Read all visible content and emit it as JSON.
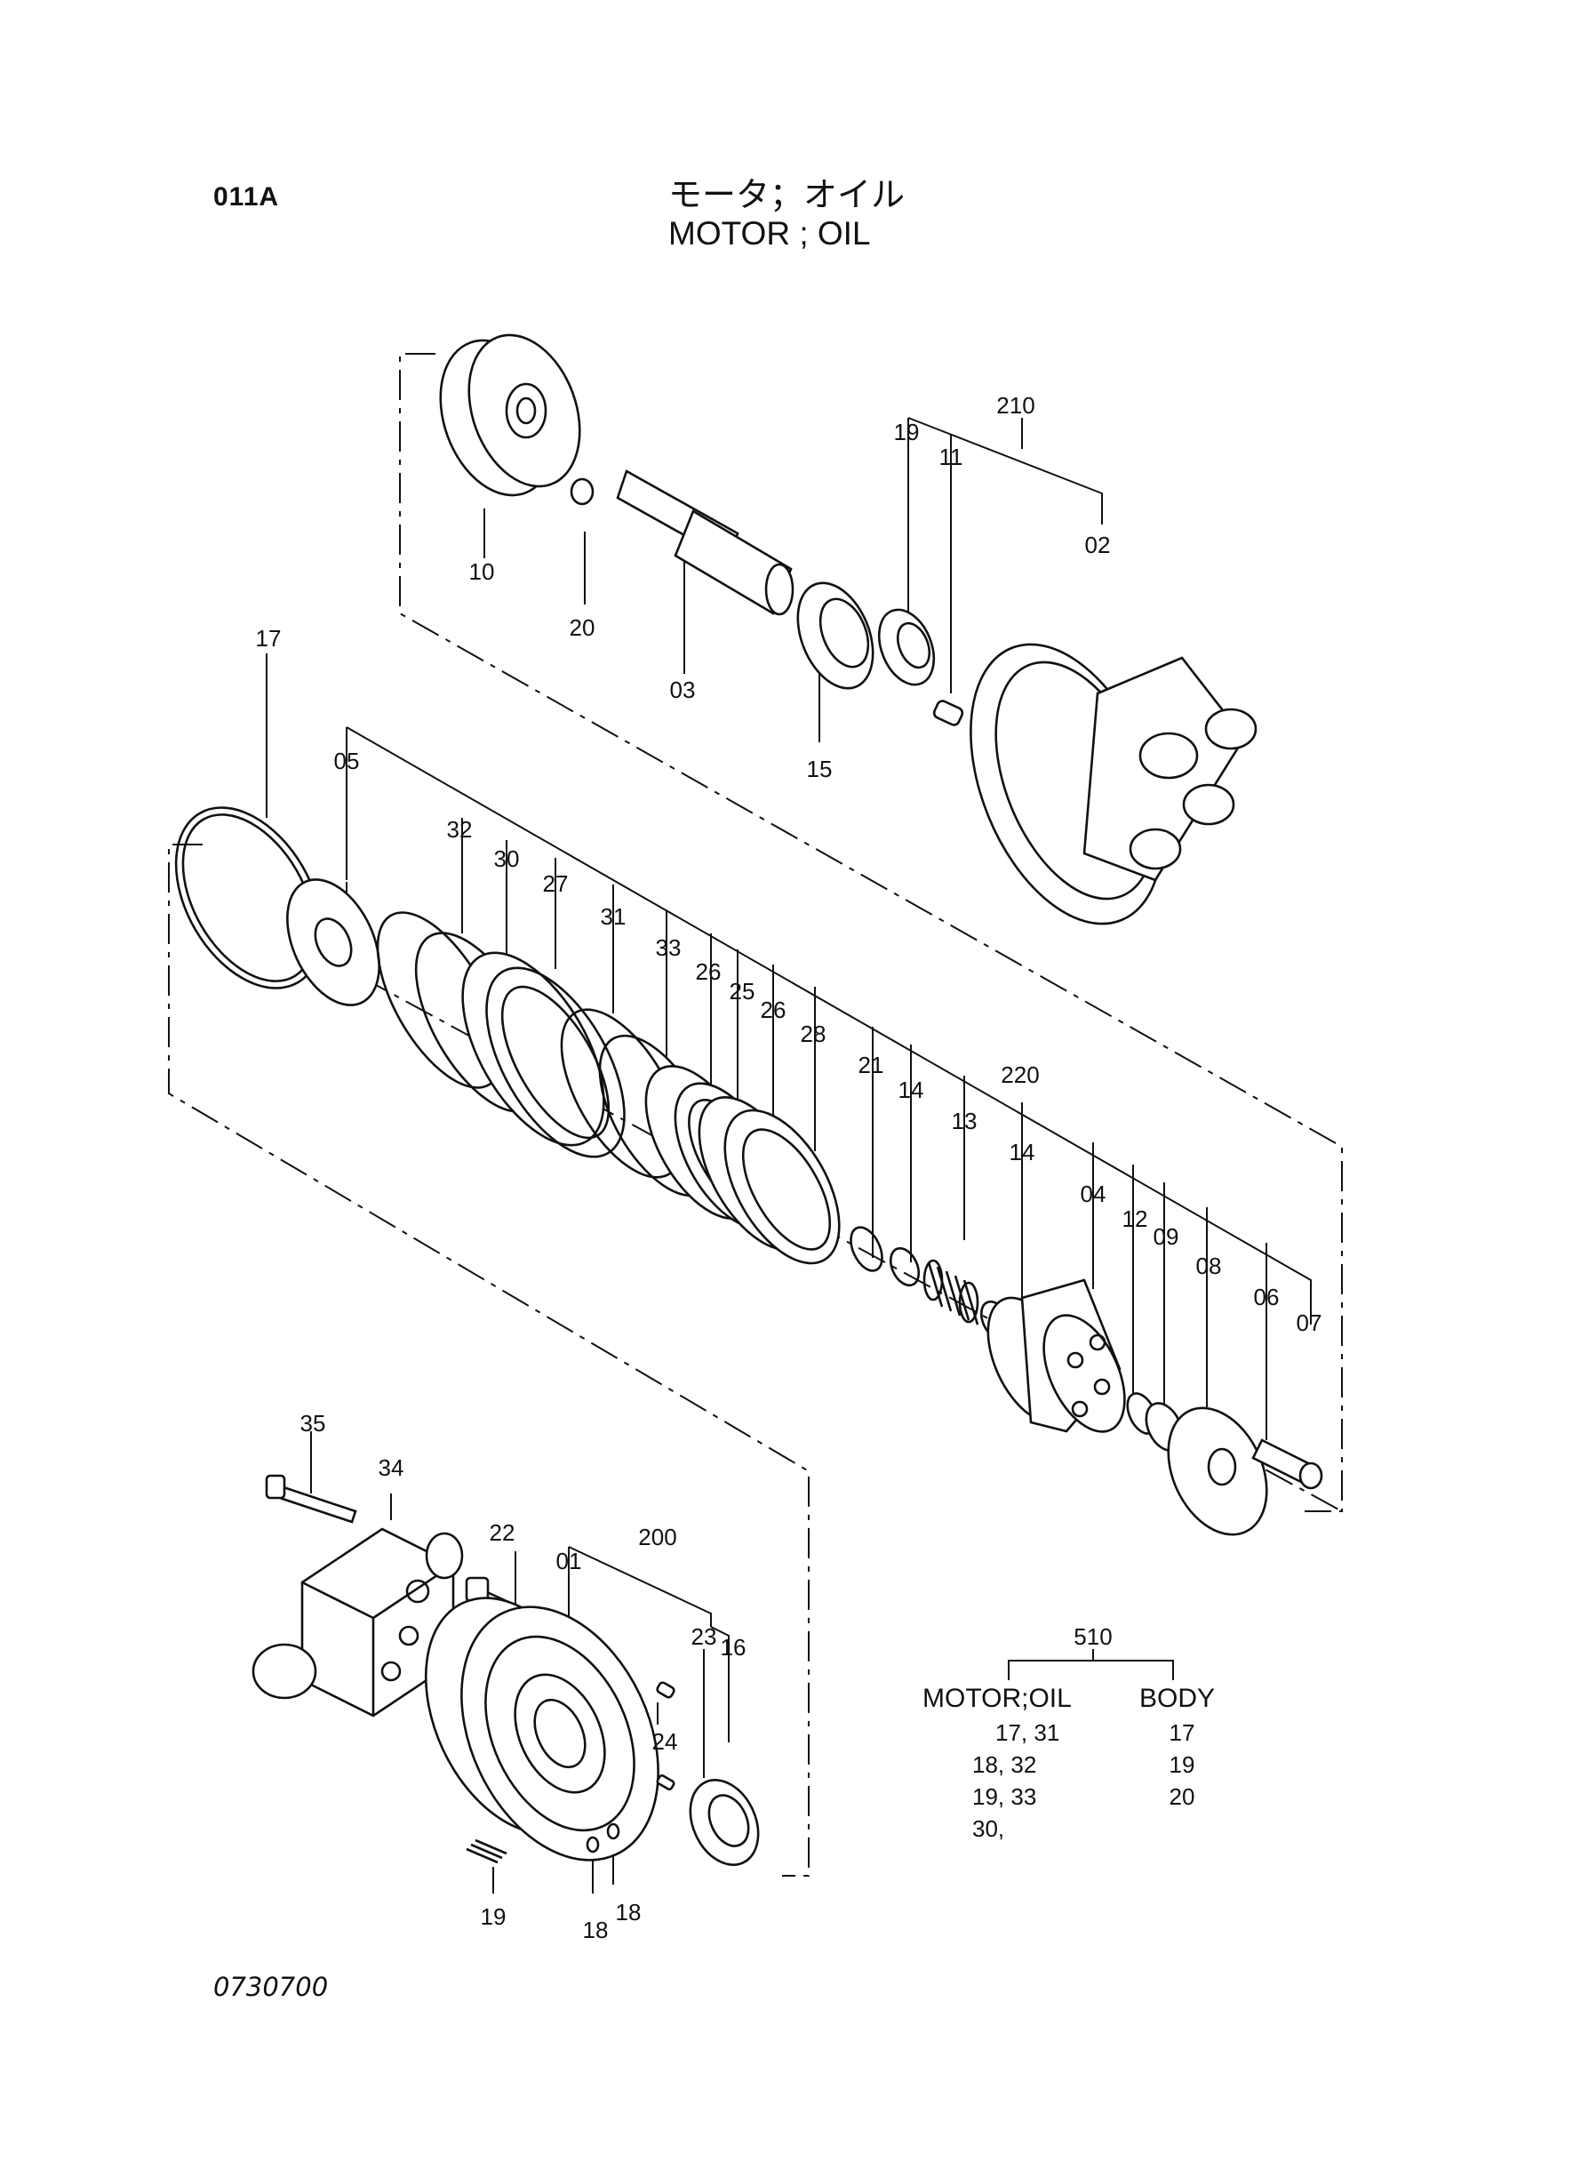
{
  "header": {
    "page_code": "011A",
    "title_jp": "モータ；オイル",
    "title_en": "MOTOR ; OIL"
  },
  "diagram": {
    "part_labels": [
      "210",
      "19",
      "11",
      "02",
      "10",
      "20",
      "03",
      "15",
      "17",
      "05",
      "32",
      "30",
      "27",
      "31",
      "33",
      "26",
      "25",
      "26",
      "28",
      "21",
      "14",
      "220",
      "13",
      "14",
      "04",
      "12",
      "09",
      "08",
      "06",
      "07",
      "35",
      "34",
      "22",
      "200",
      "01",
      "23",
      "16",
      "24",
      "19",
      "18",
      "18"
    ]
  },
  "kit_table": {
    "kit_number": "510",
    "columns": [
      "MOTOR;OIL",
      "BODY"
    ],
    "left_rows": [
      "17,   31",
      "18,   32",
      "19,   33",
      "30,"
    ],
    "right_rows": [
      "17",
      "19",
      "20"
    ]
  },
  "footer": {
    "doc_number": "0730700"
  }
}
